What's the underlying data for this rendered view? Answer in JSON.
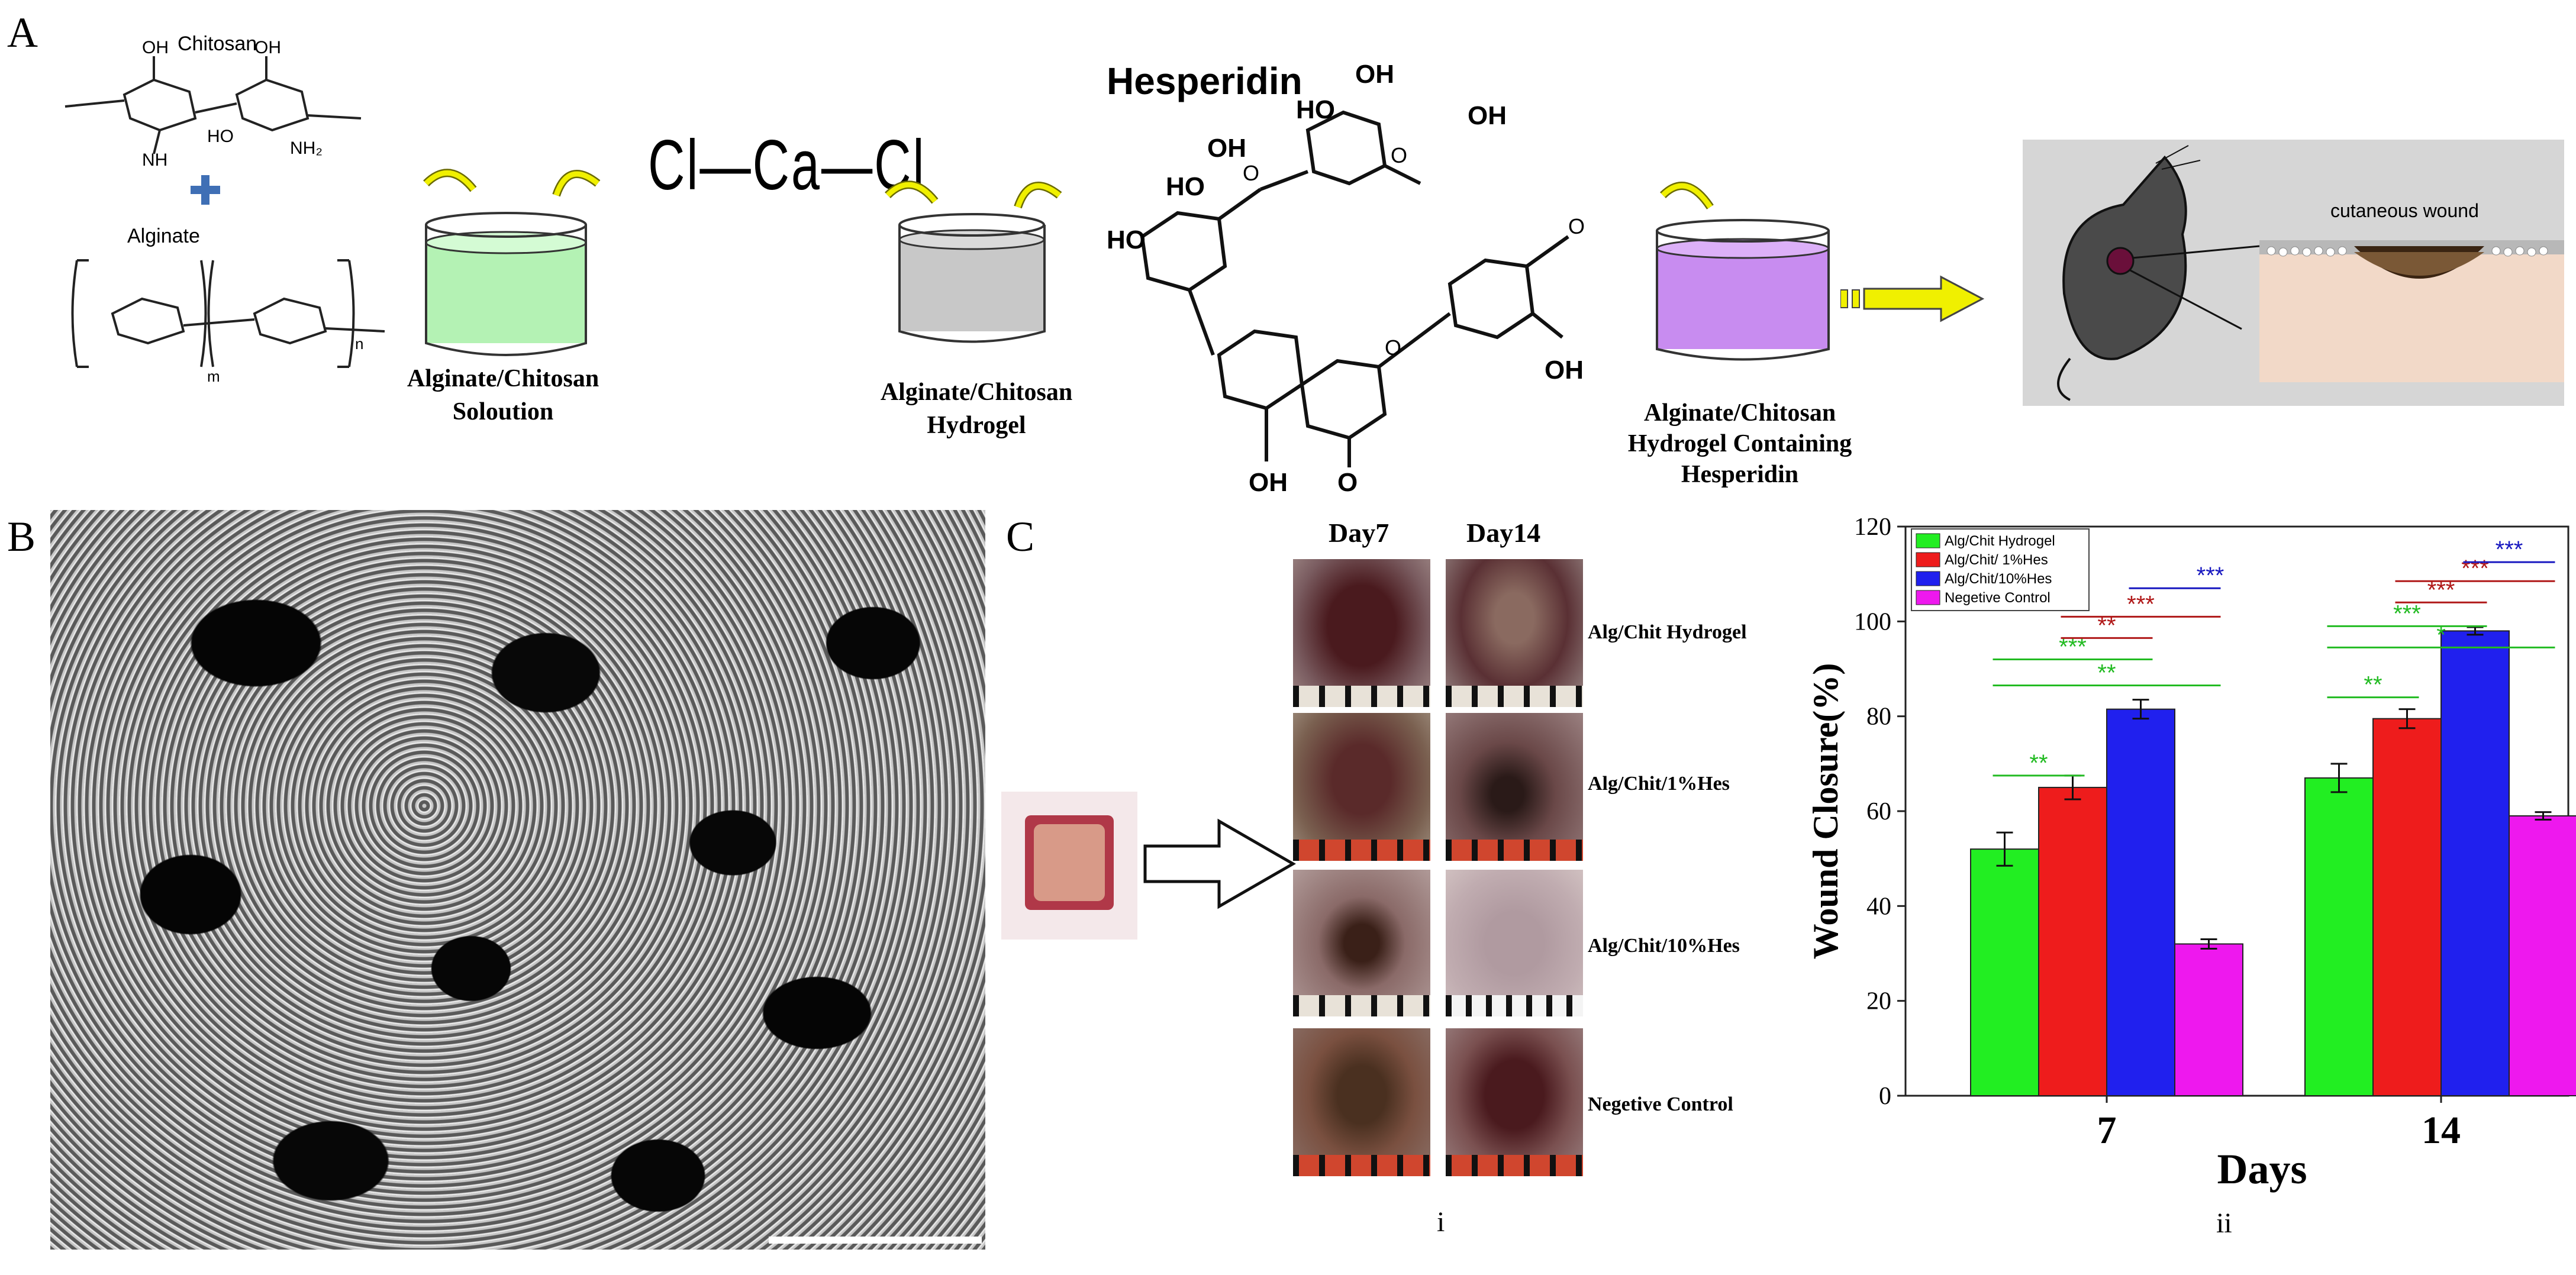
{
  "panels": {
    "a": "A",
    "b": "B",
    "c": "C"
  },
  "panel_a": {
    "chitosan": "Chitosan",
    "alginate": "Alginate",
    "chitosan_subs": {
      "oh1": "OH",
      "oh2": "OH",
      "ho": "HO",
      "nh": "NH",
      "nh2": "NH₂"
    },
    "alginate_subs": {
      "m": "m",
      "n": "n"
    },
    "cacl2": "Cl—Ca—Cl",
    "hesperidin": "Hesperidin",
    "hesperidin_groups": [
      "OH",
      "HO",
      "OH",
      "HO",
      "OH",
      "HO",
      "OH",
      "OH",
      "O",
      "O",
      "O",
      "O",
      "O"
    ],
    "step1_label": "Alginate/Chitosan\nSoloution",
    "step2_label": "Alginate/Chitosan\nHydrogel",
    "step3_label": "Alginate/Chitosan\nHydrogel Containing\nHesperidin",
    "wound_label": "cutaneous wound",
    "colors": {
      "solution": "#b4f2b4",
      "hydrogel": "#c8c8c8",
      "hesperidin_gel": "#c88cf0",
      "arrow": "#f0f000",
      "plus": "#3f6fb5"
    }
  },
  "panel_c": {
    "col_headers": [
      "Day7",
      "Day14"
    ],
    "row_labels": [
      "Alg/Chit Hydrogel",
      "Alg/Chit/1%Hes",
      "Alg/Chit/10%Hes",
      "Negetive Control"
    ],
    "sub_i": "i",
    "sub_ii": "ii"
  },
  "chart_data": {
    "type": "bar",
    "categories": [
      "7",
      "14"
    ],
    "xlabel": "Days",
    "ylabel": "Wound Closure(%)",
    "ylim": [
      0,
      120
    ],
    "yticks": [
      "0",
      "20",
      "40",
      "60",
      "80",
      "100",
      "120"
    ],
    "legend_position": "top-left",
    "series": [
      {
        "name": "Alg/Chit Hydrogel",
        "values": [
          52,
          67
        ],
        "errors": [
          3.5,
          3
        ],
        "color": "#22ee22"
      },
      {
        "name": "Alg/Chit/ 1%Hes",
        "values": [
          65,
          79.5
        ],
        "errors": [
          2.5,
          2
        ],
        "color": "#ee1c1c"
      },
      {
        "name": "Alg/Chit/10%Hes",
        "values": [
          81.5,
          98
        ],
        "errors": [
          2,
          0.8
        ],
        "color": "#2020ee"
      },
      {
        "name": "Negetive Control",
        "values": [
          32,
          59
        ],
        "errors": [
          1,
          0.8
        ],
        "color": "#ee18ee"
      }
    ],
    "significance": [
      {
        "day": "7",
        "between": [
          0,
          1
        ],
        "label": "**",
        "color": "#22bb22"
      },
      {
        "day": "7",
        "between": [
          0,
          2
        ],
        "label": "***",
        "color": "#22bb22"
      },
      {
        "day": "7",
        "between": [
          0,
          3
        ],
        "label": "**",
        "color": "#22bb22"
      },
      {
        "day": "7",
        "between": [
          1,
          2
        ],
        "label": "**",
        "color": "#b01818"
      },
      {
        "day": "7",
        "between": [
          1,
          3
        ],
        "label": "***",
        "color": "#b01818"
      },
      {
        "day": "7",
        "between": [
          2,
          3
        ],
        "label": "***",
        "color": "#1818c0"
      },
      {
        "day": "14",
        "between": [
          0,
          1
        ],
        "label": "**",
        "color": "#22bb22"
      },
      {
        "day": "14",
        "between": [
          0,
          2
        ],
        "label": "***",
        "color": "#22bb22"
      },
      {
        "day": "14",
        "between": [
          0,
          3
        ],
        "label": "*",
        "color": "#22bb22"
      },
      {
        "day": "14",
        "between": [
          1,
          2
        ],
        "label": "***",
        "color": "#b01818"
      },
      {
        "day": "14",
        "between": [
          1,
          3
        ],
        "label": "***",
        "color": "#b01818"
      },
      {
        "day": "14",
        "between": [
          2,
          3
        ],
        "label": "***",
        "color": "#1818c0"
      }
    ]
  }
}
